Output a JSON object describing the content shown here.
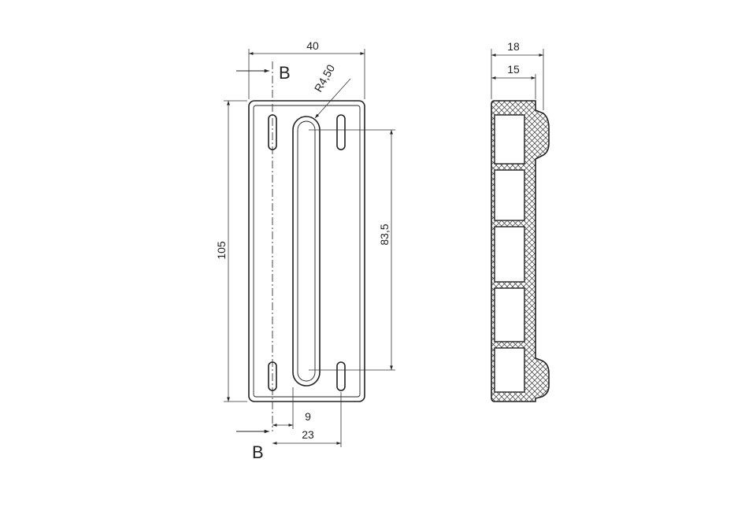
{
  "drawing": {
    "front_view": {
      "width_label": "40",
      "height_label": "105",
      "slot_length_label": "83,5",
      "radius_label": "R4,50",
      "slot_offset_label": "9",
      "hole_spacing_label": "23"
    },
    "section_marker": {
      "top_label": "B",
      "bottom_label": "B"
    },
    "side_view": {
      "total_depth_label": "18",
      "body_depth_label": "15"
    }
  }
}
